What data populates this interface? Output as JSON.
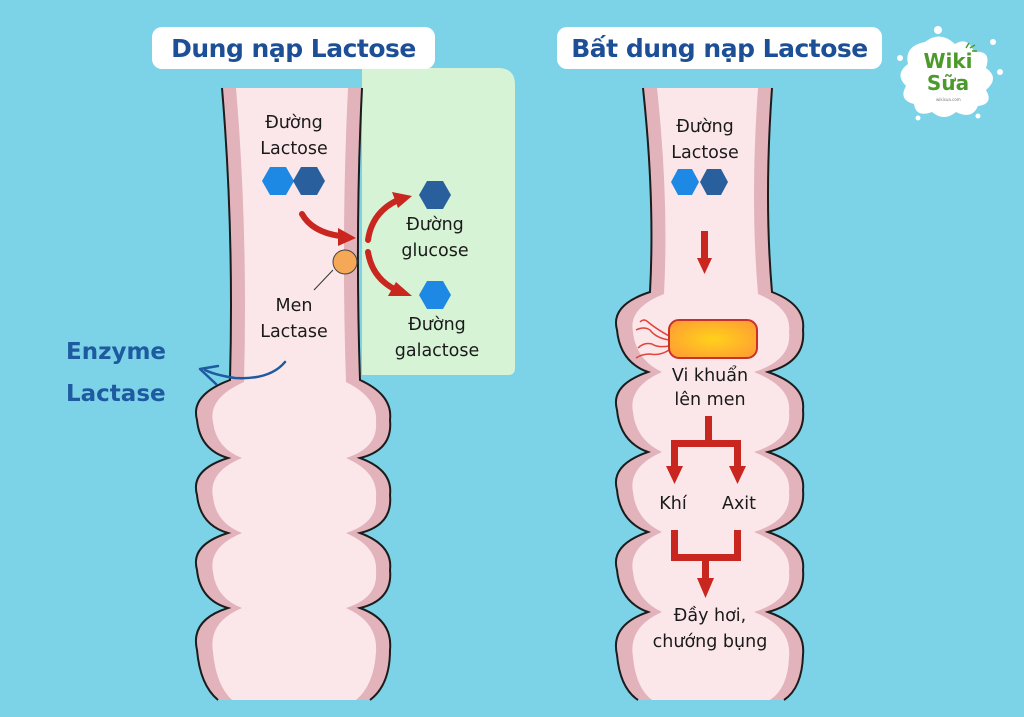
{
  "colors": {
    "background": "#7cd3e8",
    "title_text": "#1d4f96",
    "tube_fill": "#fbe6e9",
    "tube_wall": "#e3b3bb",
    "tube_outline": "#1c1c1c",
    "absorb_panel": "#d6f3d6",
    "hex_light": "#1e88e5",
    "hex_dark": "#2a5f9e",
    "arrow_red": "#c9261f",
    "enzyme_dot": "#f5a855",
    "enzyme_label": "#1d5aa0",
    "bacteria_fill": "#ffb820",
    "logo_green": "#4d9a2c"
  },
  "logo": {
    "line1": "Wiki",
    "line2": "Sữa",
    "subtitle": "wikisua.com"
  },
  "tolerance": {
    "title": "Dung nạp Lactose",
    "lactose_label": [
      "Đường",
      "Lactose"
    ],
    "enzyme_inside_label": [
      "Men",
      "Lactase"
    ],
    "enzyme_side_label": [
      "Enzyme",
      "Lactase"
    ],
    "glucose_label": [
      "Đường",
      "glucose"
    ],
    "galactose_label": [
      "Đường",
      "galactose"
    ]
  },
  "intolerance": {
    "title": "Bất dung nạp Lactose",
    "lactose_label": [
      "Đường",
      "Lactose"
    ],
    "bacteria_label": [
      "Vi khuẩn",
      "lên men"
    ],
    "gas_label": "Khí",
    "acid_label": "Axit",
    "result_label": [
      "Đầy hơi,",
      "chướng bụng"
    ]
  }
}
